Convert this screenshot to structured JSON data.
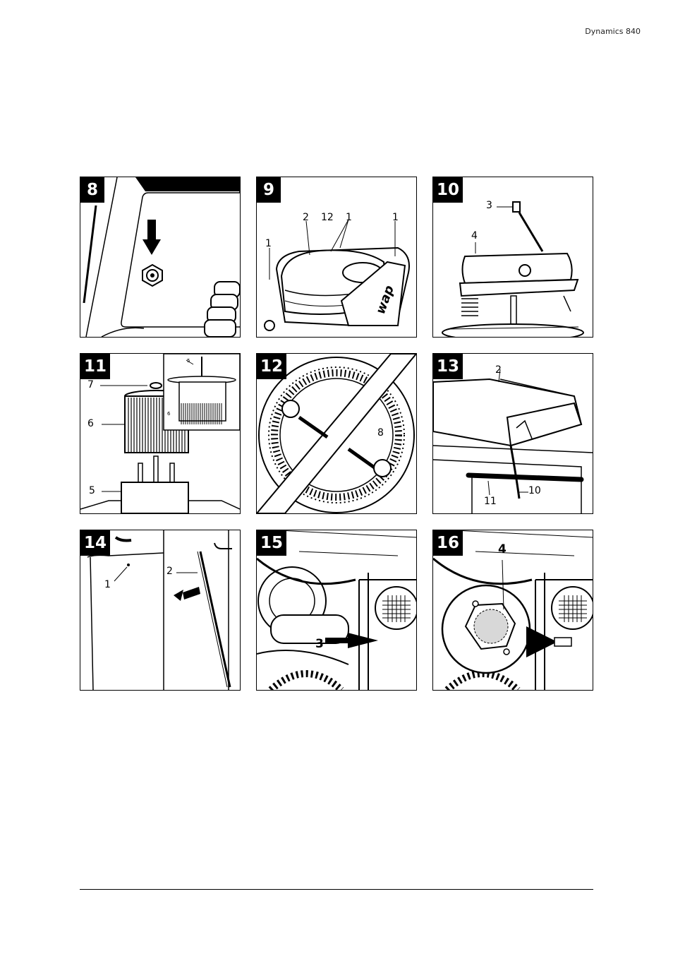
{
  "header": {
    "title": "Dynamics 840"
  },
  "panels": [
    {
      "number": "8",
      "labels": []
    },
    {
      "number": "9",
      "labels": [
        "1",
        "2",
        "12",
        "1",
        "1"
      ],
      "brand": "wap"
    },
    {
      "number": "10",
      "labels": [
        "3",
        "4"
      ]
    },
    {
      "number": "11",
      "labels": [
        "7",
        "6",
        "5",
        "5",
        "6"
      ]
    },
    {
      "number": "12",
      "labels": [
        "8"
      ]
    },
    {
      "number": "13",
      "labels": [
        "2",
        "11",
        "10"
      ]
    },
    {
      "number": "14",
      "labels": [
        "1",
        "2"
      ]
    },
    {
      "number": "15",
      "labels": [
        "3"
      ]
    },
    {
      "number": "16",
      "labels": [
        "4"
      ]
    }
  ]
}
